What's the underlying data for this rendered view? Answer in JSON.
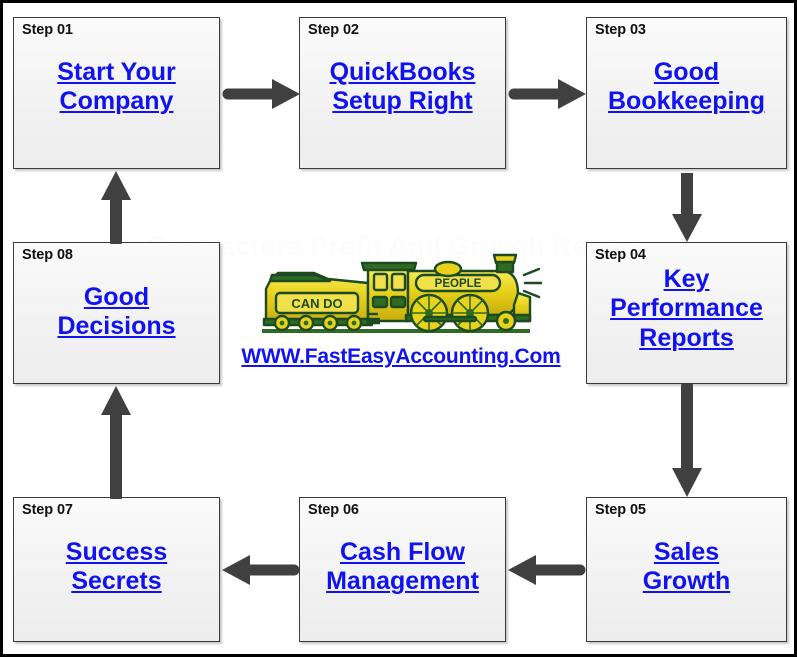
{
  "diagram": {
    "watermark_title": "Contractors Profit And Growth Reports",
    "accent_link_color": "#1012f0",
    "arrow_color": "#404040",
    "box_border_color": "#3a3a3a",
    "background_color": "#ffffff",
    "steps": [
      {
        "id": "step-01",
        "label": "Step 01",
        "line1": "Start Your",
        "line2": "Company",
        "line3": ""
      },
      {
        "id": "step-02",
        "label": "Step 02",
        "line1": "QuickBooks",
        "line2": "Setup Right",
        "line3": ""
      },
      {
        "id": "step-03",
        "label": "Step 03",
        "line1": "Good",
        "line2": "Bookkeeping",
        "line3": ""
      },
      {
        "id": "step-04",
        "label": "Step 04",
        "line1": "Key",
        "line2": "Performance",
        "line3": "Reports"
      },
      {
        "id": "step-05",
        "label": "Step 05",
        "line1": "Sales",
        "line2": "Growth",
        "line3": ""
      },
      {
        "id": "step-06",
        "label": "Step 06",
        "line1": "Cash Flow",
        "line2": "Management",
        "line3": ""
      },
      {
        "id": "step-07",
        "label": "Step 07",
        "line1": "Success",
        "line2": "Secrets",
        "line3": ""
      },
      {
        "id": "step-08",
        "label": "Step 08",
        "line1": "Good",
        "line2": "Decisions",
        "line3": ""
      }
    ],
    "arrows": [
      {
        "name": "arrow-step01-to-step02",
        "direction": "right"
      },
      {
        "name": "arrow-step02-to-step03",
        "direction": "right"
      },
      {
        "name": "arrow-step03-to-step04",
        "direction": "down"
      },
      {
        "name": "arrow-step04-to-step05",
        "direction": "down"
      },
      {
        "name": "arrow-step05-to-step06",
        "direction": "left"
      },
      {
        "name": "arrow-step06-to-step07",
        "direction": "left"
      },
      {
        "name": "arrow-step07-to-step08",
        "direction": "up"
      },
      {
        "name": "arrow-step08-to-step01",
        "direction": "up"
      }
    ]
  },
  "logo": {
    "alt": "locomotive-logo",
    "tender_text": "CAN DO",
    "boiler_text": "PEOPLE",
    "url_text": "WWW.FastEasyAccounting.Com",
    "colors": {
      "body_yellow": "#e8d21c",
      "highlight_yellow": "#f5e63a",
      "outline_green": "#1c4a21",
      "shadow_green": "#3f6b22"
    }
  }
}
